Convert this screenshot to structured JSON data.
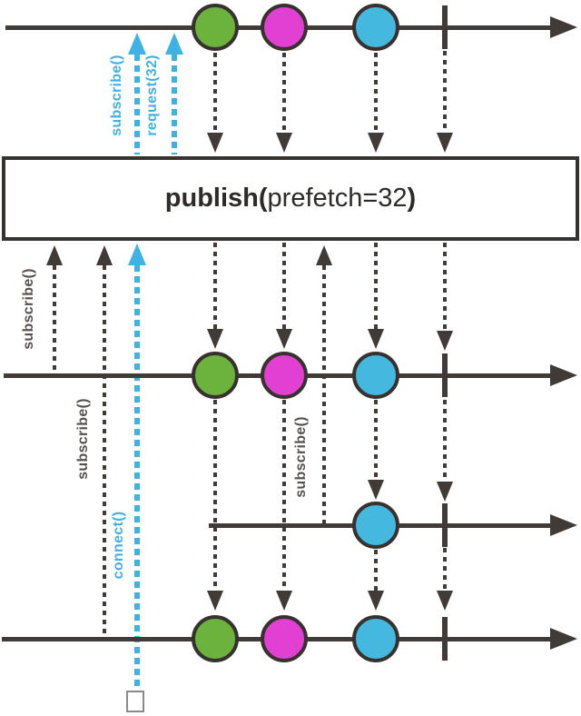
{
  "operator_box": {
    "fn": "publish(",
    "arg": "prefetch=32",
    "close": ")"
  },
  "labels": {
    "subscribe_source": "subscribe()",
    "request": "request(32)",
    "subscriber1": "subscribe()",
    "subscriber2": "subscribe()",
    "subscriber3": "subscribe()",
    "connect": "connect()"
  },
  "diagram": {
    "type": "marble-diagram",
    "operator": "publish(prefetch=32)",
    "source_timeline": {
      "events": [
        "green",
        "magenta",
        "blue",
        "complete"
      ]
    },
    "subscriber_timelines": [
      {
        "events": [
          "green",
          "magenta",
          "blue",
          "complete"
        ],
        "subscribed_via": "subscribe()"
      },
      {
        "events": [
          "blue",
          "complete"
        ],
        "subscribed_via": "subscribe()",
        "starts_late": true
      },
      {
        "events": [
          "green",
          "magenta",
          "blue",
          "complete"
        ],
        "subscribed_via": "subscribe()"
      }
    ],
    "upstream_calls": [
      "subscribe()",
      "request(32)"
    ],
    "connect_call": "connect()"
  },
  "colors": {
    "line": "#413b38",
    "label": "#57504d",
    "blue": "#3fb1e3",
    "green": "#6cb33e",
    "magenta": "#e23fd3",
    "marbleblue": "#45b8e0",
    "stroke": "#38322f",
    "boxtext": "#2e2a28",
    "squareborder": "#8a8a8a"
  }
}
